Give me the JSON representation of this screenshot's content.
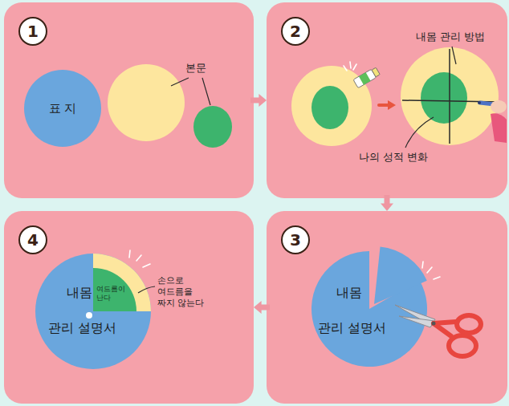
{
  "diagram": {
    "nodes": [
      {
        "text": [
          "1"
        ]
      },
      {
        "text": [
          "표 지"
        ],
        "in": 0
      },
      {
        "text": [
          "2"
        ]
      },
      {
        "text": [
          "3"
        ]
      },
      {
        "text": [
          "내몸 관리 설명서"
        ],
        "in": 3
      },
      {
        "text": [
          "4"
        ]
      },
      {
        "text": [
          "내몸 관리 설명서"
        ],
        "in": 5
      },
      {
        "text": [
          "여드름이 난다"
        ],
        "in": 6
      }
    ],
    "edges": [
      {
        "from": 0,
        "to": 2,
        "arrow": "to"
      },
      {
        "from": 2,
        "to": 3,
        "arrow": "to"
      },
      {
        "from": 3,
        "to": 5,
        "arrow": "to"
      }
    ],
    "labels": [
      "본문",
      "내몸 관리 방법",
      "나의 성적 변화",
      "손으로 여드름을 짜지 않는다"
    ]
  }
}
